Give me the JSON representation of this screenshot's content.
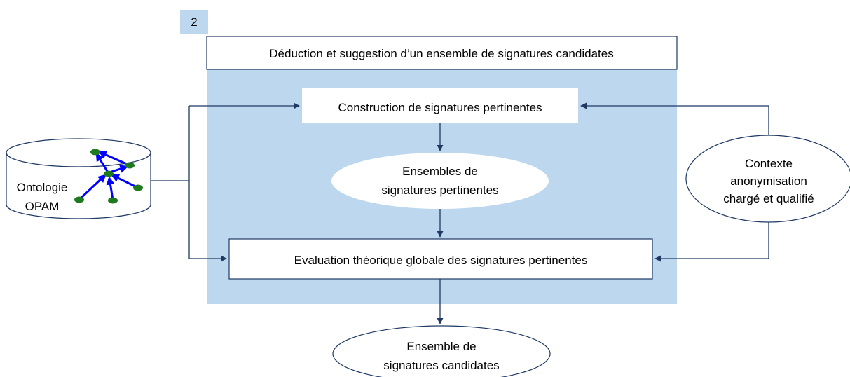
{
  "step_number": "2",
  "header": {
    "title": "Déduction et suggestion d’un ensemble de signatures candidates"
  },
  "nodes": {
    "construction": {
      "label": "Construction de signatures pertinentes"
    },
    "ensembles_pertinentes": {
      "line1": "Ensembles de",
      "line2": "signatures pertinentes"
    },
    "evaluation": {
      "label": "Evaluation théorique  globale des signatures pertinentes"
    },
    "ensemble_candidates": {
      "line1": "Ensemble de",
      "line2": "signatures candidates"
    },
    "ontologie": {
      "line1": "Ontologie",
      "line2": "OPAM"
    },
    "contexte": {
      "line1": "Contexte",
      "line2": "anonymisation",
      "line3": "chargé et qualifié"
    }
  },
  "colors": {
    "process_area": "#bdd7ee",
    "number_tab": "#bdd7ee",
    "arrow": "#1f3864",
    "ontology_node": "#1e7a1e",
    "ontology_edge": "#0000ff"
  }
}
